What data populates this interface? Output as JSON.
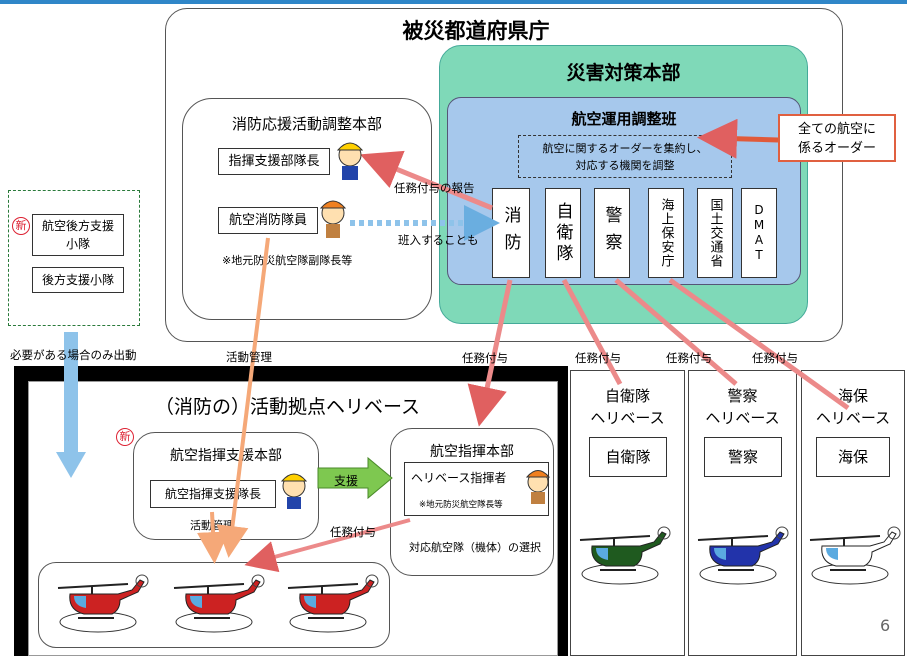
{
  "prefecture": {
    "title": "被災都道府県庁"
  },
  "disaster_hq": {
    "title": "災害対策本部"
  },
  "aviation_team": {
    "title": "航空運用調整班",
    "dashed_note_line1": "航空に関するオーダーを集約し、",
    "dashed_note_line2": "対応する機関を調整",
    "agencies": [
      {
        "label": "消防"
      },
      {
        "label": "自衛隊"
      },
      {
        "label": "警察"
      },
      {
        "label": "海上保安庁"
      },
      {
        "label": "国土交通省"
      },
      {
        "label": "DMAT"
      }
    ]
  },
  "orders_callout": {
    "line1": "全ての航空に",
    "line2": "係るオーダー"
  },
  "fire_hq": {
    "title": "消防応援活動調整本部",
    "commander": "指揮支援部隊長",
    "member": "航空消防隊員",
    "note": "※地元防災航空隊副隊長等"
  },
  "logistics": {
    "item1_line1": "航空後方支援",
    "item1_line2": "小隊",
    "item2": "後方支援小隊",
    "new_mark": "新"
  },
  "labels": {
    "report": "任務付与の報告",
    "join": "班入することも",
    "dispatch_note": "必要がある場合のみ出動",
    "activity_mgmt": "活動管理",
    "task1": "任務付与",
    "task2": "任務付与",
    "task3": "任務付与",
    "task4": "任務付与",
    "task5": "任務付与",
    "support": "支援"
  },
  "heli_base": {
    "title": "（消防の）活動拠点ヘリベース",
    "support_hq": {
      "title": "航空指揮支援本部",
      "leader": "航空指揮支援隊長",
      "mgmt": "活動管理",
      "new_mark": "新"
    },
    "command_hq": {
      "title": "航空指揮本部",
      "commander": "ヘリベース指揮者",
      "note": "※地元防災航空隊長等",
      "selection": "対応航空隊（機体）の選択"
    }
  },
  "other_bases": [
    {
      "title_line1": "自衛隊",
      "title_line2": "ヘリベース",
      "box": "自衛隊",
      "color": "#1f5a1f"
    },
    {
      "title_line1": "警察",
      "title_line2": "ヘリベース",
      "box": "警察",
      "color": "#2233aa"
    },
    {
      "title_line1": "海保",
      "title_line2": "ヘリベース",
      "box": "海保",
      "color": "#ffffff"
    }
  ],
  "fire_heli_color": "#cc2222",
  "page_number": "6"
}
